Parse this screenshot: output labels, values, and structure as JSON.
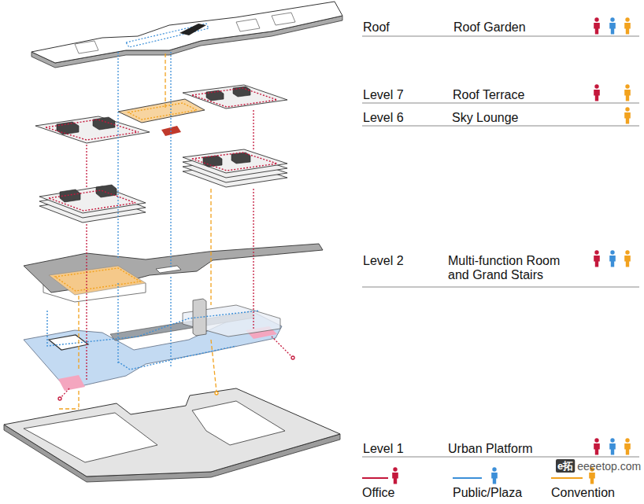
{
  "diagram": {
    "labels": [
      "Roof",
      "Roof Garden",
      "Level 7",
      "Roof Terrace",
      "Level 6",
      "Sky Lounge",
      "Level 2",
      "Multi-function Room and Grand Stairs",
      "Level 1",
      "Urban Platform",
      "e拓",
      "eeeetop.com"
    ],
    "legend": [
      {
        "text": "Office"
      },
      {
        "text": "Public/Plaza"
      },
      {
        "text": "Convention"
      }
    ]
  }
}
